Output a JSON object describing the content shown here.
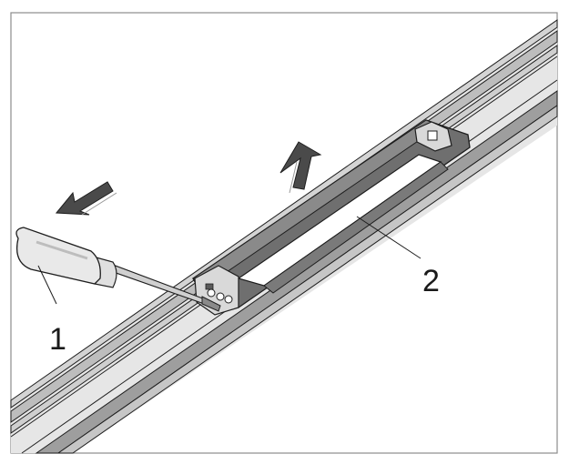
{
  "figure": {
    "callouts": [
      {
        "id": "1",
        "label": "1"
      },
      {
        "id": "2",
        "label": "2"
      }
    ]
  },
  "colors": {
    "background": "#ffffff",
    "border": "#8c8c8c",
    "rail_light": "#e3e3e3",
    "rail_mid": "#bdbdbd",
    "rail_dark": "#7d7d7d",
    "clip_dark": "#5a5a5a",
    "outline": "#1e1e1e"
  },
  "icons": [
    "arrow-left-down-icon",
    "arrow-up-icon"
  ]
}
